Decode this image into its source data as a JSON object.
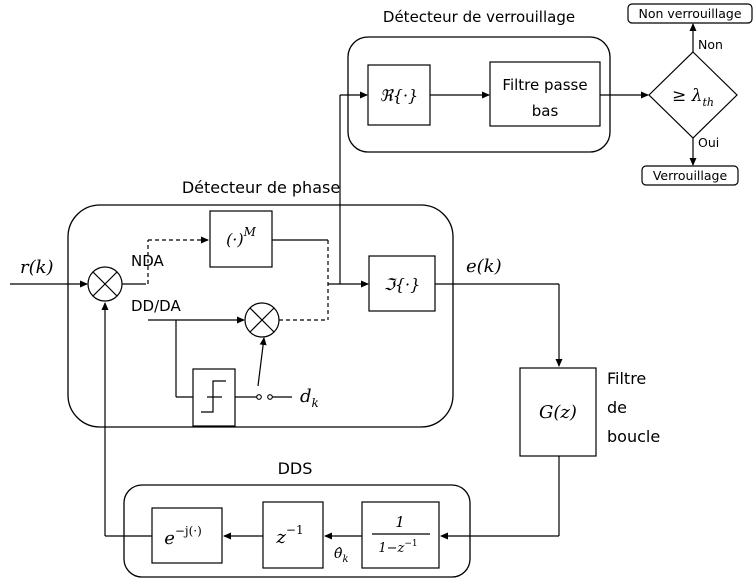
{
  "groups": {
    "lock_detector": "Détecteur de verrouillage",
    "phase_detector": "Détecteur de phase",
    "dds": "DDS"
  },
  "blocks": {
    "real_part": "ℜ{·}",
    "lowpass_line1": "Filtre passe",
    "lowpass_line2": "bas",
    "threshold_ge": "≥ λ",
    "threshold_sub": "th",
    "power_base": "(·)",
    "power_exp": "M",
    "imag_part": "ℑ{·}",
    "gz": "G(z)",
    "unit_delay_base": "z",
    "unit_delay_exp": "−1",
    "integrator_num": "1",
    "integrator_den_base": "1−z",
    "integrator_den_exp": "−1",
    "exp_base": "e",
    "exp_exp": "−j(·)"
  },
  "labels": {
    "non_verrouillage": "Non verrouillage",
    "non": "Non",
    "oui": "Oui",
    "verrouillage": "Verrouillage",
    "input": "r(k)",
    "nda": "NDA",
    "dd_da": "DD/DA",
    "error": "e(k)",
    "decision_base": "d",
    "decision_sub": "k",
    "loop_filter_line1": "Filtre",
    "loop_filter_line2": "de",
    "loop_filter_line3": "boucle",
    "theta_base": "θ̂",
    "theta_sub": "k"
  }
}
